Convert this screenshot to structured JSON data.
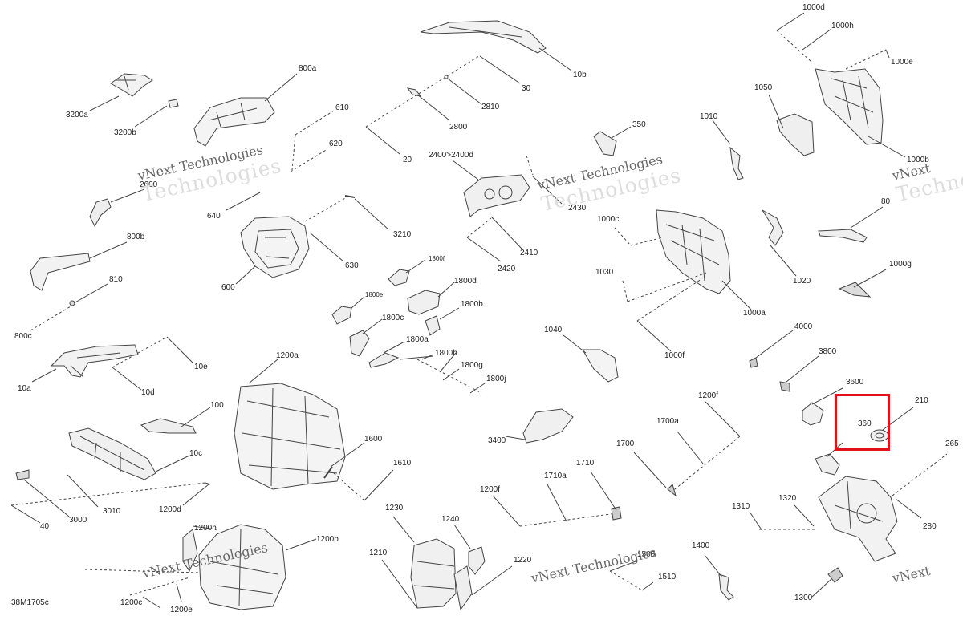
{
  "diagram_code": "38M1705c",
  "watermark": {
    "line1": "vNext Technologies",
    "line2": "Technologies",
    "faint": "vNext"
  },
  "highlight": {
    "label": "360",
    "color": "#e0111a"
  },
  "labels": {
    "l3200a": "3200a",
    "l3200b": "3200b",
    "l800a": "800a",
    "l610": "610",
    "l620": "620",
    "l640": "640",
    "l2600": "2600",
    "l800b": "800b",
    "l810": "810",
    "l800c": "800c",
    "l600": "600",
    "l630": "630",
    "l3210": "3210",
    "l20": "20",
    "l30": "30",
    "l2810": "2810",
    "l2800": "2800",
    "l10b": "10b",
    "l2400": "2400>2400d",
    "l2430": "2430",
    "l2410": "2410",
    "l2420": "2420",
    "l350": "350",
    "l1000d": "1000d",
    "l1000h": "1000h",
    "l1000e": "1000e",
    "l1050": "1050",
    "l1010": "1010",
    "l1000b": "1000b",
    "l1000c": "1000c",
    "l1030": "1030",
    "l1000a": "1000a",
    "l1000f": "1000f",
    "l80": "80",
    "l1020": "1020",
    "l1000g": "1000g",
    "l1800f": "1800f",
    "l1800d": "1800d",
    "l1800e": "1800e",
    "l1800b": "1800b",
    "l1800c": "1800c",
    "l1800a": "1800a",
    "l1800h": "1800h",
    "l1800g": "1800g",
    "l1800j": "1800j",
    "l1040": "1040",
    "l4000": "4000",
    "l3800": "3800",
    "l10a": "10a",
    "l10d": "10d",
    "l10e": "10e",
    "l1200a": "1200a",
    "l100": "100",
    "l10c": "10c",
    "l1600": "1600",
    "l1610": "1610",
    "l3400": "3400",
    "l1200f": "1200f",
    "l1700a": "1700a",
    "l1700": "1700",
    "l3600": "3600",
    "l210": "210",
    "l265": "265",
    "l3000": "3000",
    "l3010": "3010",
    "l40": "40",
    "l1200d": "1200d",
    "l1200h": "1200h",
    "l1200b": "1200b",
    "l1200c": "1200c",
    "l1200e": "1200e",
    "l1230": "1230",
    "l1240": "1240",
    "l1210": "1210",
    "l1220": "1220",
    "l1200f2": "1200f",
    "l1710a": "1710a",
    "l1710": "1710",
    "l1310": "1310",
    "l1320": "1320",
    "l280": "280",
    "l1400": "1400",
    "l1300": "1300",
    "l1500": "1500",
    "l1510": "1510"
  }
}
